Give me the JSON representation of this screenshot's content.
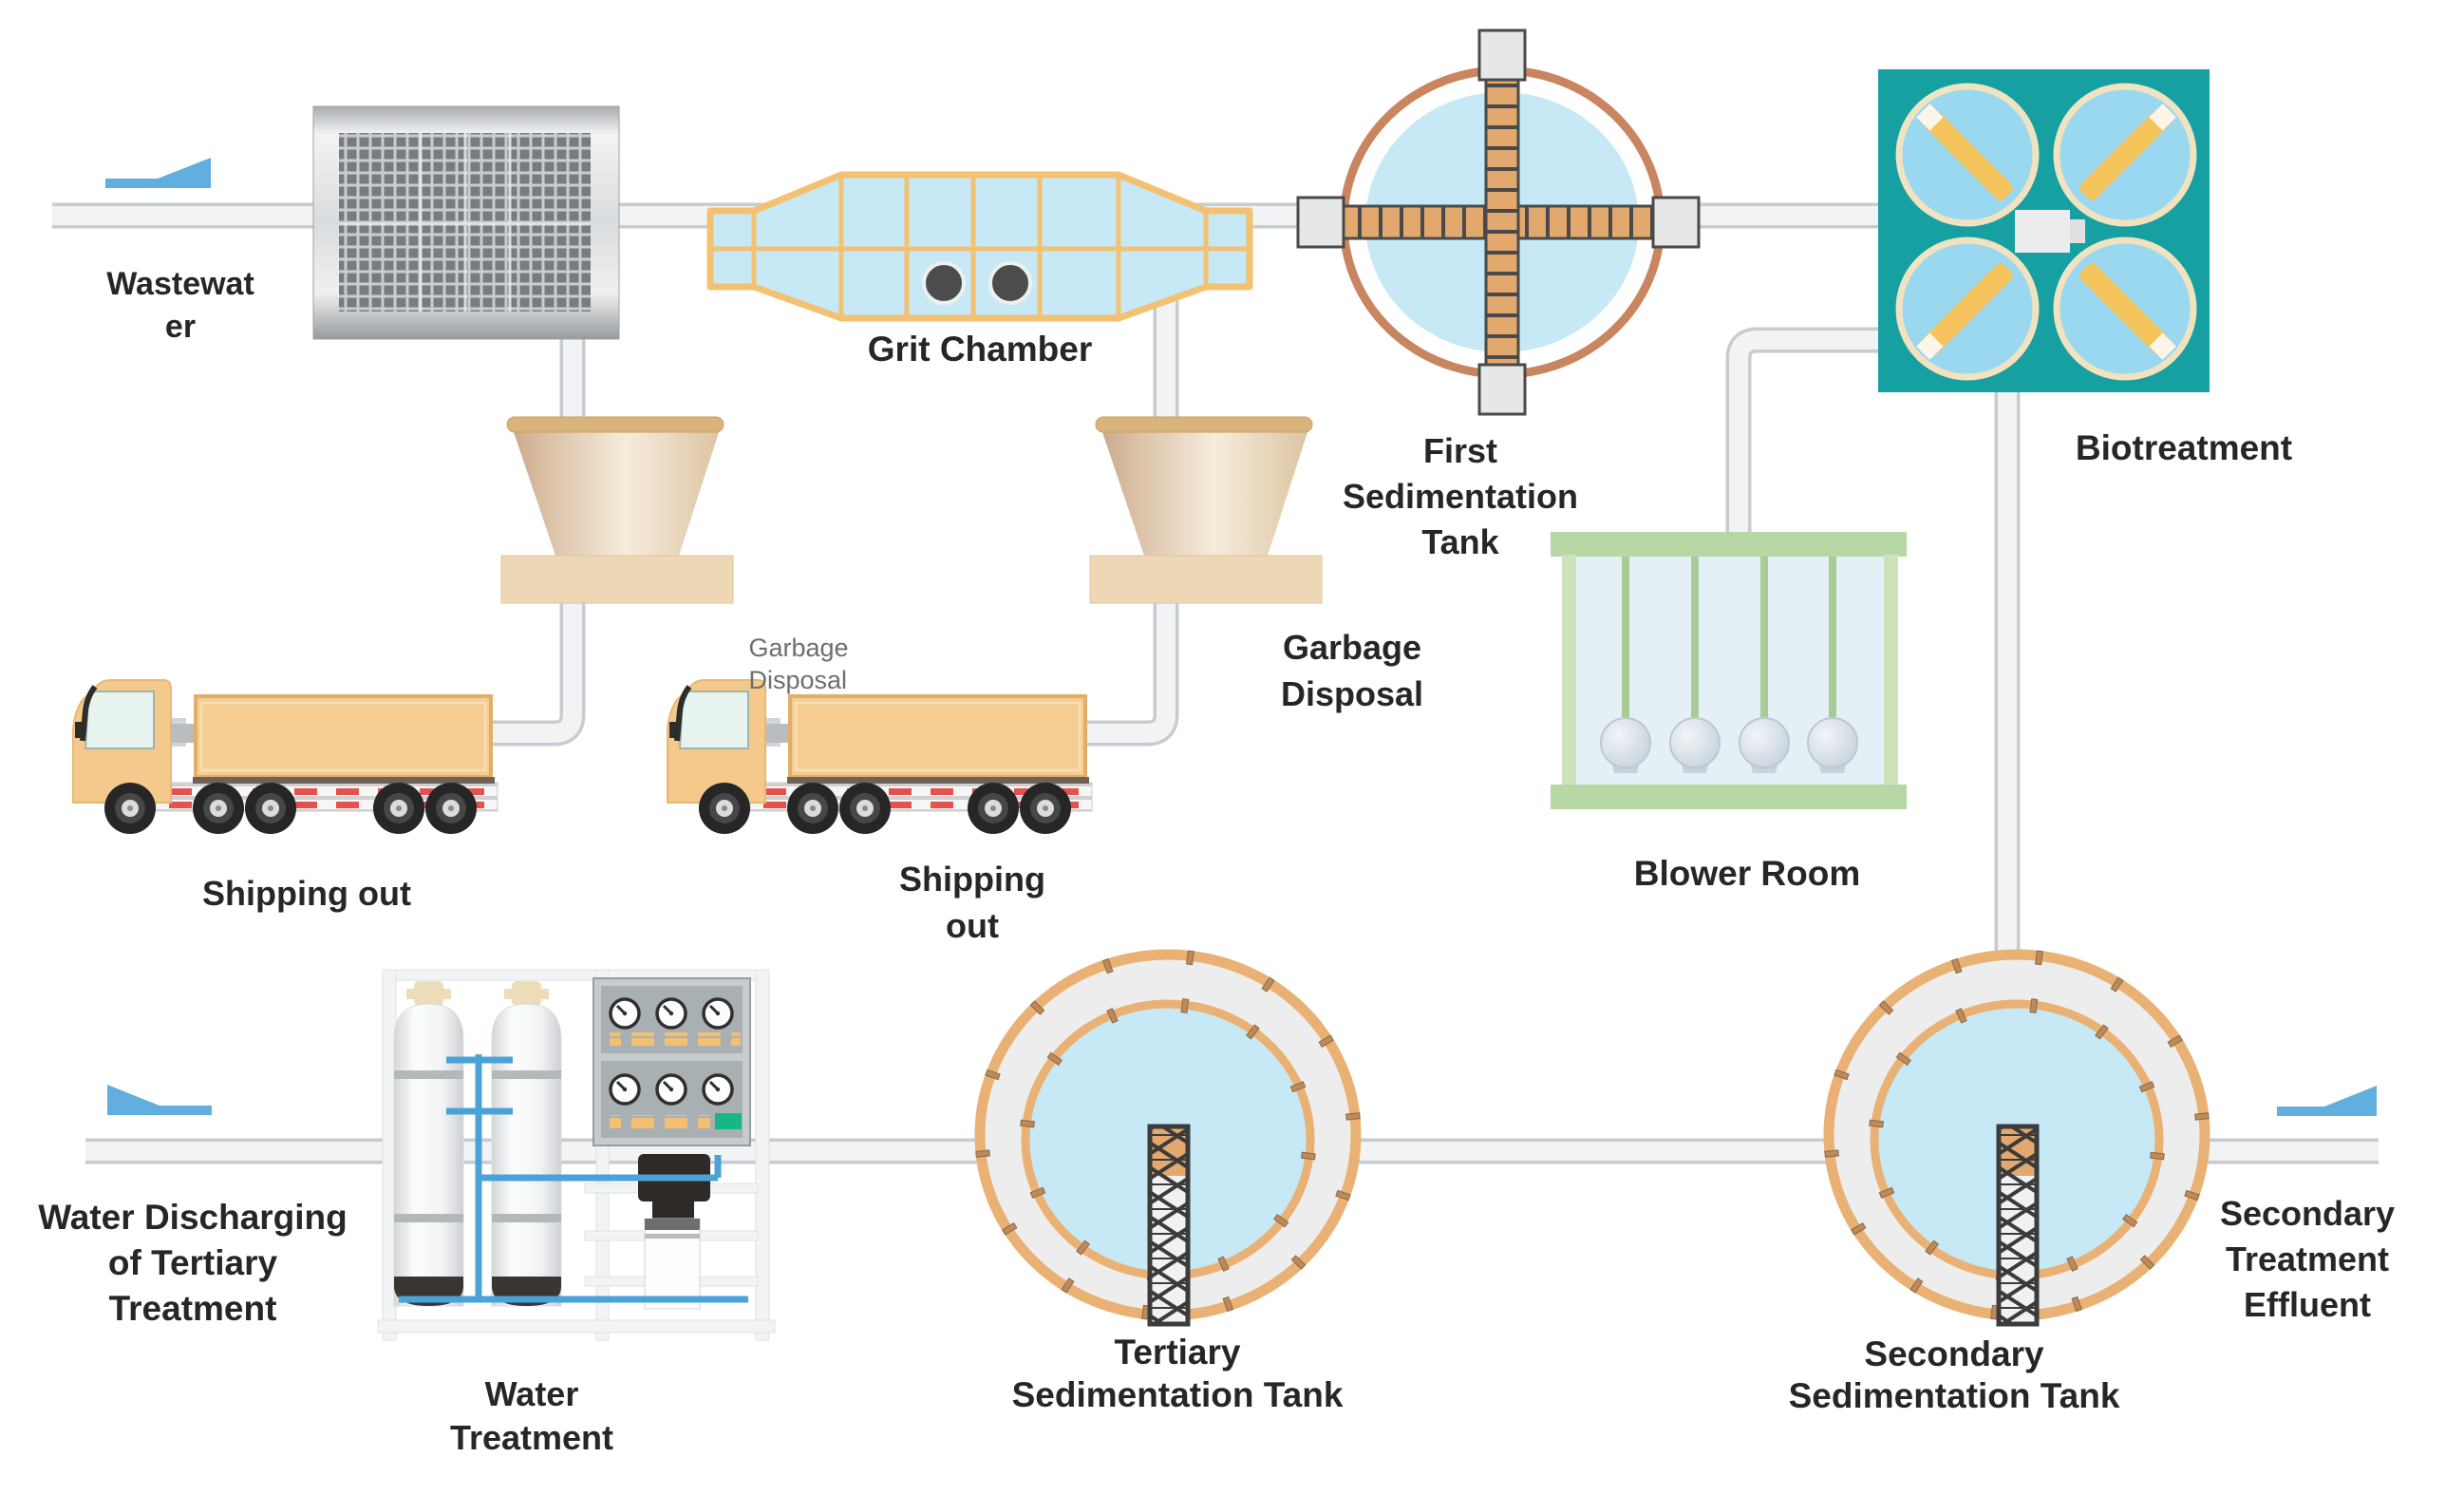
{
  "colors": {
    "bg": "#ffffff",
    "label_dark": "#25262a",
    "label_gray": "#6d6e71",
    "pipe_border": "#c7ccd1",
    "pipe_fill": "#f1f3f4",
    "arrow_blue": "#62aede",
    "water_blue": "#c6e9f5",
    "grit_orange": "#f3c171",
    "ring_brown": "#c9855f",
    "tank_ring_orange": "#e9b173",
    "teal": "#16a0a2",
    "paddle_gold": "#f6c45c",
    "circle_blue": "#9ad8f0",
    "truss_orange": "#e2a86e",
    "blower_green": "#b7d7a5",
    "funnel_tan": "#e8cfae",
    "truck_orange": "#f5cd92",
    "blue_pipe": "#4aa3d8",
    "green_button": "#16b687"
  },
  "labels": {
    "wastewater": "Wastewat\ner",
    "grit_chamber": "Grit Chamber",
    "first_sedimentation_tank": "First\nSedimentation\nTank",
    "biotreatment": "Biotreatment",
    "garbage_disposal_small": "Garbage\nDisposal",
    "garbage_disposal": "Garbage\nDisposal",
    "shipping_out_1": "Shipping out",
    "shipping_out_2": "Shipping\nout",
    "blower_room": "Blower Room",
    "water_discharging": "Water Discharging\nof Tertiary\nTreatment",
    "water_treatment": "Water\nTreatment",
    "tertiary_sedimentation_tank": "Tertiary\nSedimentation Tank",
    "secondary_sedimentation_tank": "Secondary\nSedimentation Tank",
    "secondary_treatment_effluent": "Secondary\nTreatment\nEffluent"
  }
}
